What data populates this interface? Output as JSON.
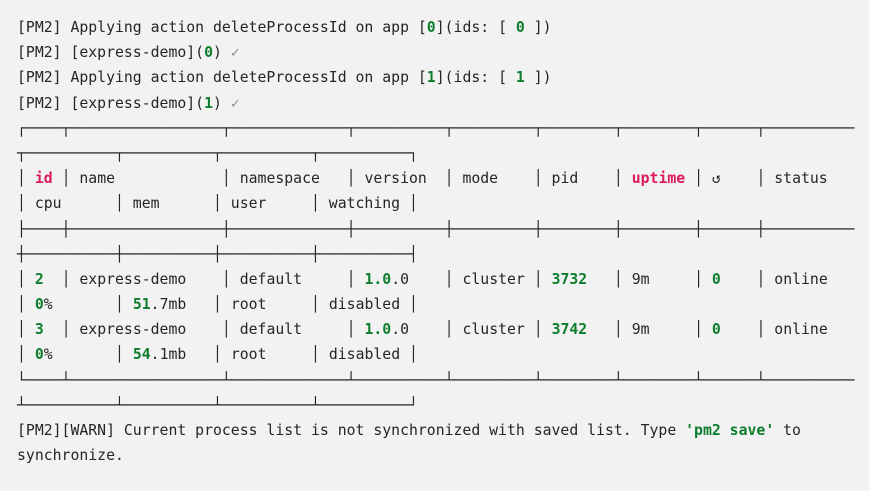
{
  "terminal": {
    "colors": {
      "bg": "#f2f2f2",
      "fg": "#252525",
      "green": "#0d7d2c",
      "red": "#dc1b5c",
      "gray": "#8f8f8f"
    },
    "lines": [
      {
        "name": "log-delete-app-0",
        "segments": [
          {
            "t": "[PM2] Applying action deleteProcessId on app ["
          },
          {
            "t": "0",
            "c": "green"
          },
          {
            "t": "](ids: [ "
          },
          {
            "t": "0",
            "c": "green"
          },
          {
            "t": " ])"
          }
        ]
      },
      {
        "name": "log-deleted-app-0",
        "segments": [
          {
            "t": "[PM2] [express-demo]("
          },
          {
            "t": "0",
            "c": "green"
          },
          {
            "t": ") "
          },
          {
            "t": "✓",
            "c": "gray"
          }
        ]
      },
      {
        "name": "log-delete-app-1",
        "segments": [
          {
            "t": "[PM2] Applying action deleteProcessId on app ["
          },
          {
            "t": "1",
            "c": "green"
          },
          {
            "t": "](ids: [ "
          },
          {
            "t": "1",
            "c": "green"
          },
          {
            "t": " ])"
          }
        ]
      },
      {
        "name": "log-deleted-app-1",
        "segments": [
          {
            "t": "[PM2] [express-demo]("
          },
          {
            "t": "1",
            "c": "green"
          },
          {
            "t": ") "
          },
          {
            "t": "✓",
            "c": "gray"
          }
        ]
      },
      {
        "name": "table-border-top-1",
        "segments": [
          {
            "t": "┌────┬─────────────────┬─────────────┬──────────┬─────────┬────────┬────────┬──────┬──────────"
          }
        ]
      },
      {
        "name": "table-border-top-2",
        "segments": [
          {
            "t": "┬──────────┬──────────┬──────────┬──────────┐"
          }
        ]
      },
      {
        "name": "table-header-row-1",
        "segments": [
          {
            "t": "│ "
          },
          {
            "t": "id",
            "c": "red"
          },
          {
            "t": " │ name            │ namespace   │ version  │ mode    │ pid    │ "
          },
          {
            "t": "uptime",
            "c": "red"
          },
          {
            "t": " │ ↺    │ status   "
          }
        ]
      },
      {
        "name": "table-header-row-2",
        "segments": [
          {
            "t": "│ cpu      │ mem      │ user     │ watching │"
          }
        ]
      },
      {
        "name": "table-border-mid-1",
        "segments": [
          {
            "t": "├────┼─────────────────┼─────────────┼──────────┼─────────┼────────┼────────┼──────┼──────────"
          }
        ]
      },
      {
        "name": "table-border-mid-2",
        "segments": [
          {
            "t": "┼──────────┼──────────┼──────────┼──────────┤"
          }
        ]
      },
      {
        "name": "process-row-2-part-1",
        "segments": [
          {
            "t": "│ "
          },
          {
            "t": "2",
            "c": "green"
          },
          {
            "t": "  │ express-demo    │ default     │ "
          },
          {
            "t": "1.0",
            "c": "green"
          },
          {
            "t": ".0    │ cluster │ "
          },
          {
            "t": "3732",
            "c": "green"
          },
          {
            "t": "   │ 9m     │ "
          },
          {
            "t": "0",
            "c": "green"
          },
          {
            "t": "    │ online   "
          }
        ]
      },
      {
        "name": "process-row-2-part-2",
        "segments": [
          {
            "t": "│ "
          },
          {
            "t": "0",
            "c": "green"
          },
          {
            "t": "%       │ "
          },
          {
            "t": "51",
            "c": "green"
          },
          {
            "t": ".7mb   │ root     │ disabled │"
          }
        ]
      },
      {
        "name": "process-row-3-part-1",
        "segments": [
          {
            "t": "│ "
          },
          {
            "t": "3",
            "c": "green"
          },
          {
            "t": "  │ express-demo    │ default     │ "
          },
          {
            "t": "1.0",
            "c": "green"
          },
          {
            "t": ".0    │ cluster │ "
          },
          {
            "t": "3742",
            "c": "green"
          },
          {
            "t": "   │ 9m     │ "
          },
          {
            "t": "0",
            "c": "green"
          },
          {
            "t": "    │ online   "
          }
        ]
      },
      {
        "name": "process-row-3-part-2",
        "segments": [
          {
            "t": "│ "
          },
          {
            "t": "0",
            "c": "green"
          },
          {
            "t": "%       │ "
          },
          {
            "t": "54",
            "c": "green"
          },
          {
            "t": ".1mb   │ root     │ disabled │"
          }
        ]
      },
      {
        "name": "table-border-bottom-1",
        "segments": [
          {
            "t": "└────┴─────────────────┴─────────────┴──────────┴─────────┴────────┴────────┴──────┴──────────"
          }
        ]
      },
      {
        "name": "table-border-bottom-2",
        "segments": [
          {
            "t": "┴──────────┴──────────┴──────────┴──────────┘"
          }
        ]
      },
      {
        "name": "warn-sync-line-1",
        "segments": [
          {
            "t": "[PM2][WARN] Current process list is not synchronized with saved list. Type "
          },
          {
            "t": "'pm2 save'",
            "c": "green"
          },
          {
            "t": " to"
          }
        ]
      },
      {
        "name": "warn-sync-line-2",
        "segments": [
          {
            "t": "synchronize."
          }
        ]
      }
    ]
  }
}
